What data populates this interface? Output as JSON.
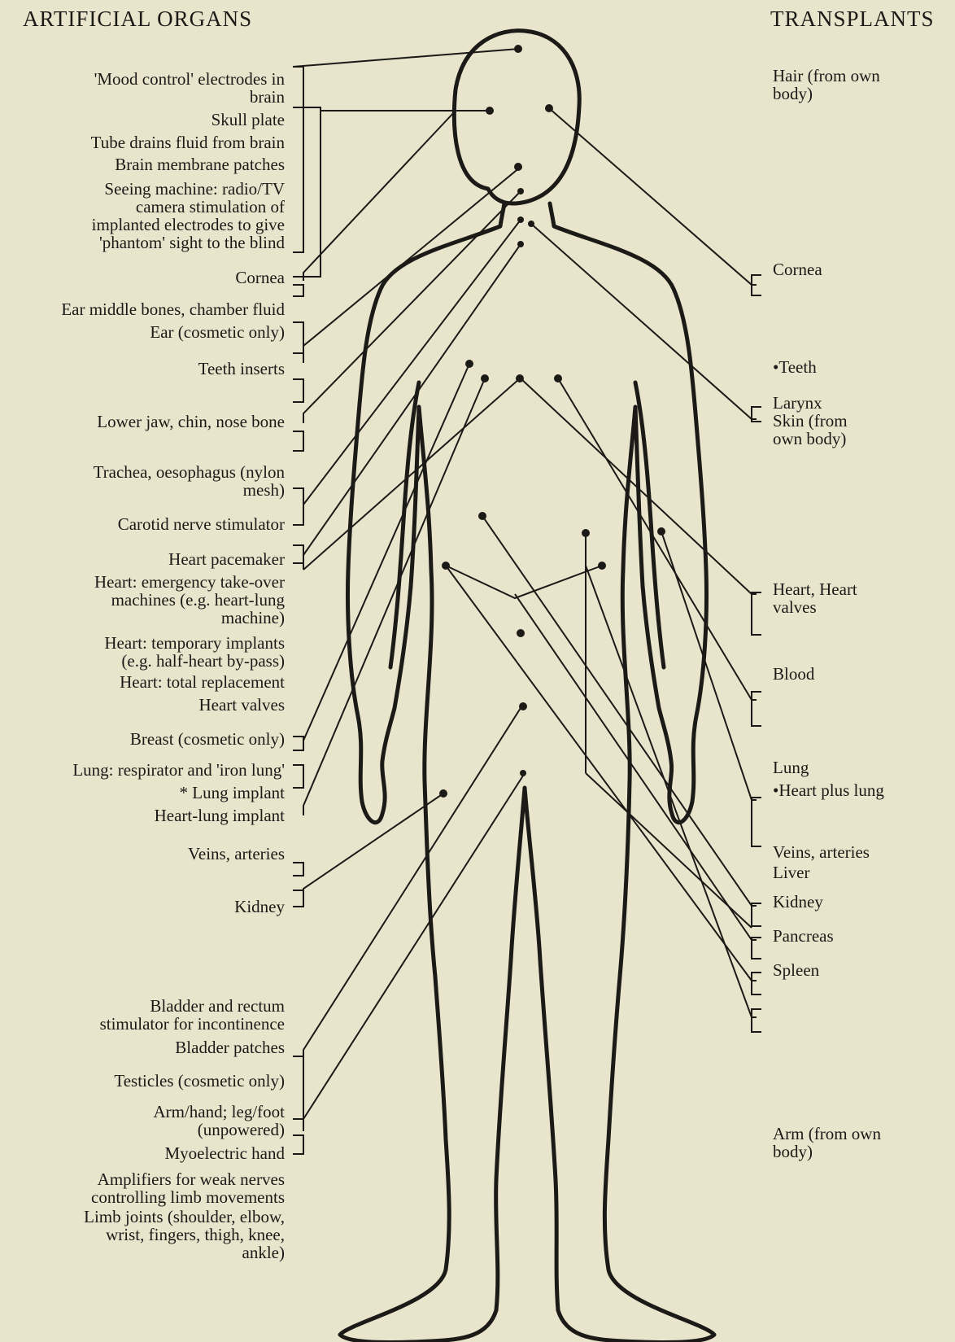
{
  "headings": {
    "left": "ARTIFICIAL ORGANS",
    "right": "TRANSPLANTS"
  },
  "artificial": [
    "'Mood control' electrodes in\nbrain",
    "Skull plate",
    "Tube drains fluid from brain",
    "Brain membrane patches",
    "Seeing machine: radio/TV\ncamera stimulation of\nimplanted electrodes to give\n'phantom' sight to the blind",
    "Cornea",
    "Ear middle bones, chamber fluid",
    "Ear (cosmetic only)",
    "Teeth inserts",
    "Lower jaw, chin, nose bone",
    "Trachea, oesophagus (nylon\nmesh)",
    "Carotid nerve stimulator",
    "Heart pacemaker",
    "Heart: emergency take-over\nmachines (e.g. heart-lung\nmachine)",
    "Heart: temporary implants\n(e.g. half-heart by-pass)",
    "Heart: total replacement",
    "Heart valves",
    "Breast (cosmetic only)",
    "Lung: respirator and 'iron lung'",
    "* Lung implant",
    "Heart-lung implant",
    "Veins, arteries",
    "Kidney",
    "Bladder and rectum\nstimulator for incontinence",
    "Bladder patches",
    "Testicles (cosmetic only)",
    "Arm/hand; leg/foot\n(unpowered)",
    "Myoelectric hand",
    "Amplifiers for weak nerves\ncontrolling limb movements",
    "Limb joints (shoulder, elbow,\nwrist, fingers, thigh, knee,\nankle)"
  ],
  "transplants": [
    "Hair (from own\nbody)",
    "Cornea",
    "•Teeth",
    "Larynx",
    "Skin (from\nown body)",
    "Heart, Heart\nvalves",
    "Blood",
    "Lung",
    "•Heart plus lung",
    "Veins, arteries",
    "Liver",
    "Kidney",
    "Pancreas",
    "Spleen",
    "Arm (from own\nbody)"
  ]
}
